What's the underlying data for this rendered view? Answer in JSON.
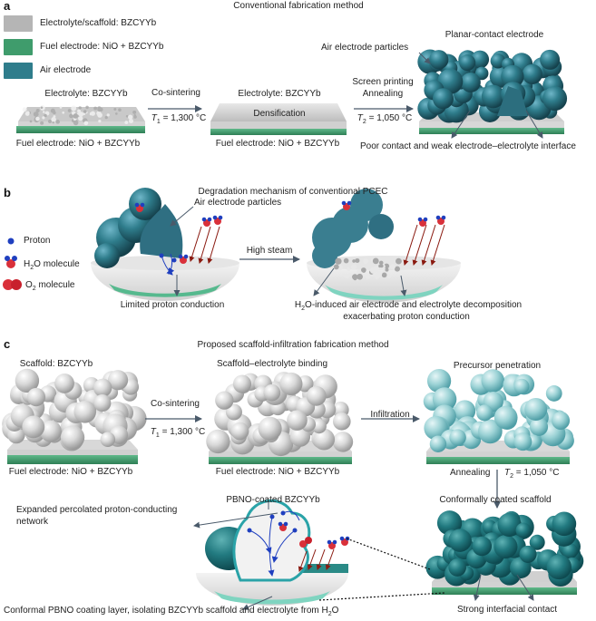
{
  "panels": {
    "a": {
      "letter": "a",
      "title": "Conventional fabrication method",
      "legend": [
        {
          "label": "Electrolyte/scaffold: BZCYYb",
          "color": "#b5b5b5"
        },
        {
          "label": "Fuel electrode: NiO + BZCYYb",
          "color": "#3f9c6c"
        },
        {
          "label": "Air electrode",
          "color": "#2f7d8c"
        }
      ],
      "step1": {
        "top": "Electrolyte: BZCYYb",
        "bottom": "Fuel electrode: NiO + BZCYYb"
      },
      "arrow1": {
        "top": "Co-sintering",
        "t_symbol": "T",
        "t_sub": "1",
        "t_value": " = 1,300 °C"
      },
      "step2": {
        "top": "Electrolyte: BZCYYb",
        "middle": "Densification",
        "bottom": "Fuel electrode: NiO + BZCYYb"
      },
      "arrow2": {
        "top1": "Screen printing",
        "top2": "Annealing",
        "t_symbol": "T",
        "t_sub": "2",
        "t_value": " = 1,050 °C"
      },
      "step3": {
        "title": "Planar-contact electrode",
        "particles": "Air electrode particles",
        "bottom": "Poor contact and weak electrode–electrolyte interface"
      }
    },
    "b": {
      "letter": "b",
      "title": "Degradation mechanism of conventional PCEC",
      "particles": "Air electrode particles",
      "legend": {
        "proton": "Proton",
        "h2o_pre": "H",
        "h2o_sub": "2",
        "h2o_post": "O molecule",
        "o2_pre": "O",
        "o2_sub": "2",
        "o2_post": " molecule"
      },
      "left_caption": "Limited proton conduction",
      "arrow": "High steam",
      "right_caption_pre": "H",
      "right_caption_sub": "2",
      "right_caption_post": "O-induced air electrode and electrolyte decomposition",
      "right_caption_line2": "exacerbating proton conduction"
    },
    "c": {
      "letter": "c",
      "title": "Proposed scaffold-infiltration fabrication method",
      "step1": {
        "top": "Scaffold: BZCYYb",
        "bottom": "Fuel electrode: NiO + BZCYYb"
      },
      "arrow1": {
        "top": "Co-sintering",
        "t_symbol": "T",
        "t_sub": "1",
        "t_value": " = 1,300 °C"
      },
      "step2": {
        "top": "Scaffold–electrolyte binding",
        "bottom": "Fuel electrode: NiO + BZCYYb"
      },
      "arrow2": {
        "top": "Infiltration"
      },
      "step3": {
        "top": "Precursor penetration"
      },
      "arrow3": {
        "label": "Annealing",
        "t_symbol": "T",
        "t_sub": "2",
        "t_value": " = 1,050 °C"
      },
      "step4": {
        "top": "Conformally coated scaffold",
        "bottom": "Strong interfacial contact"
      },
      "detail": {
        "coated": "PBNO-coated BZCYYb",
        "network1": "Expanded percolated proton-conducting",
        "network2": "network",
        "coating_caption": "Conformal PBNO coating layer, isolating BZCYYb scaffold and electrolyte from H",
        "coating_sub": "2",
        "coating_post": "O"
      }
    }
  },
  "colors": {
    "electrolyte": "#b5b5b5",
    "fuel": "#3f9c6c",
    "air": "#2f7d8c",
    "arrow": "#4a5a6a",
    "proton": "#1f3fbf",
    "h2o_red": "#d9303a",
    "steam_line": "#8a1a10"
  }
}
